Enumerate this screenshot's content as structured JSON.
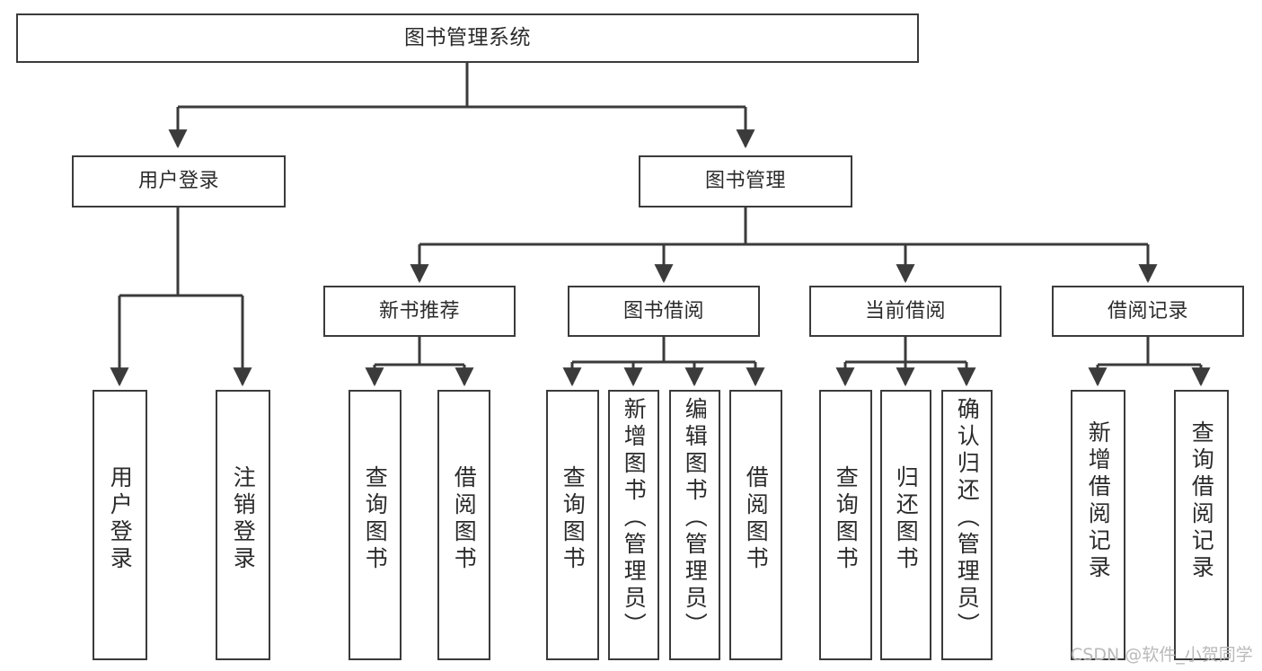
{
  "diagram": {
    "title": "图书管理系统",
    "type": "tree",
    "orientation": "top-down",
    "stroke_color": "#3b3b3b",
    "text_color": "#2b2b2b",
    "background_color": "#ffffff",
    "nodes": {
      "root": {
        "label": "图书管理系统"
      },
      "level1": [
        {
          "id": "user-login",
          "label": "用户登录"
        },
        {
          "id": "book-manage",
          "label": "图书管理"
        }
      ],
      "level2": [
        {
          "id": "new-book-recommend",
          "label": "新书推荐",
          "parent": "book-manage"
        },
        {
          "id": "book-borrow",
          "label": "图书借阅",
          "parent": "book-manage"
        },
        {
          "id": "current-borrow",
          "label": "当前借阅",
          "parent": "book-manage"
        },
        {
          "id": "borrow-record",
          "label": "借阅记录",
          "parent": "book-manage"
        }
      ],
      "leaves": [
        {
          "id": "leaf-user-login",
          "label": "用户登录",
          "parent": "user-login"
        },
        {
          "id": "leaf-logout",
          "label": "注销登录",
          "parent": "user-login"
        },
        {
          "id": "leaf-query-book-1",
          "label": "查询图书",
          "parent": "new-book-recommend"
        },
        {
          "id": "leaf-borrow-book-1",
          "label": "借阅图书",
          "parent": "new-book-recommend"
        },
        {
          "id": "leaf-query-book-2",
          "label": "查询图书",
          "parent": "book-borrow"
        },
        {
          "id": "leaf-add-book",
          "label": "新增图书（管理员）",
          "parent": "book-borrow"
        },
        {
          "id": "leaf-edit-book",
          "label": "编辑图书（管理员）",
          "parent": "book-borrow"
        },
        {
          "id": "leaf-borrow-book-2",
          "label": "借阅图书",
          "parent": "book-borrow"
        },
        {
          "id": "leaf-query-book-3",
          "label": "查询图书",
          "parent": "current-borrow"
        },
        {
          "id": "leaf-return-book",
          "label": "归还图书",
          "parent": "current-borrow"
        },
        {
          "id": "leaf-confirm-return",
          "label": "确认归还（管理员）",
          "parent": "current-borrow"
        },
        {
          "id": "leaf-add-record",
          "label": "新增借阅记录",
          "parent": "borrow-record"
        },
        {
          "id": "leaf-query-record",
          "label": "查询借阅记录",
          "parent": "borrow-record"
        }
      ]
    }
  },
  "watermark": {
    "text": "CSDN @软件_小贺同学"
  }
}
